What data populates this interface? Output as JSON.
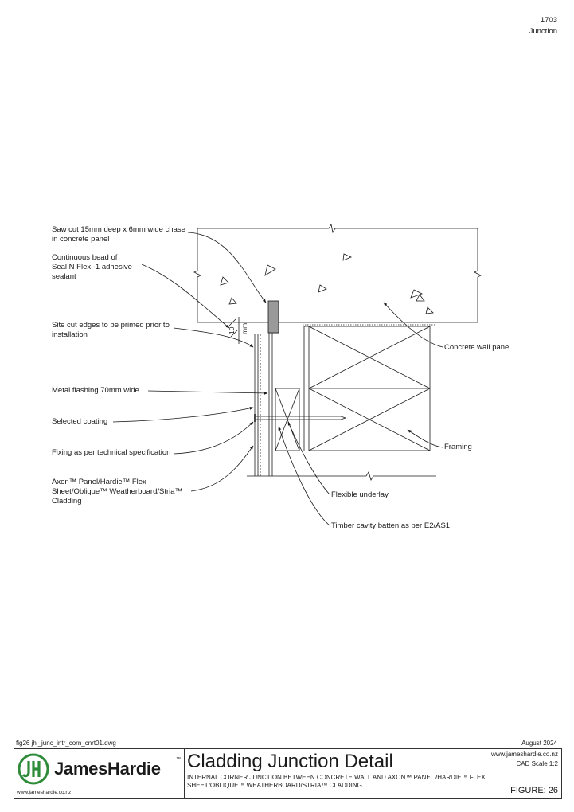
{
  "header": {
    "doc_number": "1703",
    "section": "Junction"
  },
  "labels": {
    "saw_cut": "Saw cut 15mm deep x 6mm wide chase\nin concrete panel",
    "sealant": "Continuous bead of\nSeal N Flex -1 adhesive\nsealant",
    "site_cut": "Site cut edges to be primed prior to\ninstallation",
    "flashing": "Metal flashing 70mm wide",
    "coating": "Selected coating",
    "fixing": "Fixing as per technical specification",
    "cladding": "Axon™ Panel/Hardie™ Flex\nSheet/Oblique™ Weatherboard/Stria™\nCladding",
    "concrete": "Concrete wall panel",
    "framing": "Framing",
    "underlay": "Flexible underlay",
    "batten": "Timber cavity batten as per E2/AS1",
    "dimension_value": "10",
    "dimension_unit": "mm"
  },
  "footer": {
    "filename": "fig26 jhl_junc_intr_corn_cnrt01.dwg",
    "date": "August 2024",
    "brand": "JamesHardie",
    "brand_tm": "™",
    "website_small": "www.jameshardie.co.nz",
    "website": "www.jameshardie.co.nz",
    "cad_scale": "CAD Scale 1:2",
    "title": "Cladding Junction Detail",
    "subtitle_line1": "INTERNAL CORNER JUNCTION BETWEEN CONCRETE WALL AND AXON™ PANEL /HARDIE™ FLEX",
    "subtitle_line2": "SHEET/OBLIQUE™ WEATHERBOARD/STRIA™ CLADDING",
    "figure": "FIGURE: 26"
  },
  "colors": {
    "ink": "#1a1a1a",
    "logo_green": "#2e8b3a",
    "sealant_fill": "#9a9a9a"
  }
}
